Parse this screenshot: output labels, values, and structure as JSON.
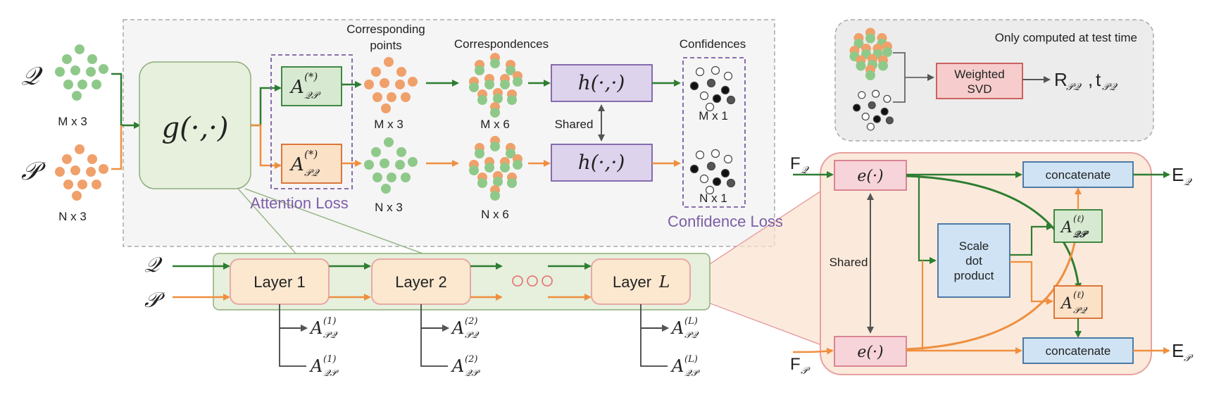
{
  "top": {
    "heading_corresponding_1": "Corresponding",
    "heading_corresponding_2": "points",
    "heading_correspondences": "Correspondences",
    "heading_confidences": "Confidences",
    "Q_symbol": "𝒬",
    "P_symbol": "𝒫",
    "M_x3_left": "M x 3",
    "N_x3_left": "N x 3",
    "g_func": "g(·,·)",
    "A_QP_star": "A",
    "A_PQ_star": "A",
    "star_sup": "(*)",
    "sub_QP": "𝒬𝒫",
    "sub_PQ": "𝒫𝒬",
    "M_x3_mid": "M x 3",
    "N_x3_mid": "N x 3",
    "M_x6": "M x 6",
    "N_x6": "N x 6",
    "h_func": "h(·,·)",
    "shared": "Shared",
    "M_x1": "M x 1",
    "N_x1": "N x 1",
    "attention_loss": "Attention Loss",
    "confidence_loss": "Confidence Loss"
  },
  "svd_panel": {
    "note": "Only computed at test time",
    "weighted_1": "Weighted",
    "weighted_2": "SVD",
    "output": "R",
    "output_t": "t"
  },
  "layers": {
    "layer1": "Layer 1",
    "layer2": "Layer 2",
    "layerL_text": "Layer ",
    "layerL_var": "L",
    "sup1": "(1)",
    "sup2": "(2)",
    "supL": "(L)"
  },
  "right": {
    "F_Q": "F",
    "F_P": "F",
    "e_func": "e(·)",
    "shared": "Shared",
    "concatenate": "concatenate",
    "scale_1": "Scale",
    "scale_2": "dot",
    "scale_3": "product",
    "sup_l": "(ℓ)",
    "E_Q": "E",
    "E_P": "E"
  },
  "colors": {
    "green": "#2e7d32",
    "orange": "#ef8f3f",
    "purple": "#7b5ea7",
    "gray": "#555555"
  }
}
